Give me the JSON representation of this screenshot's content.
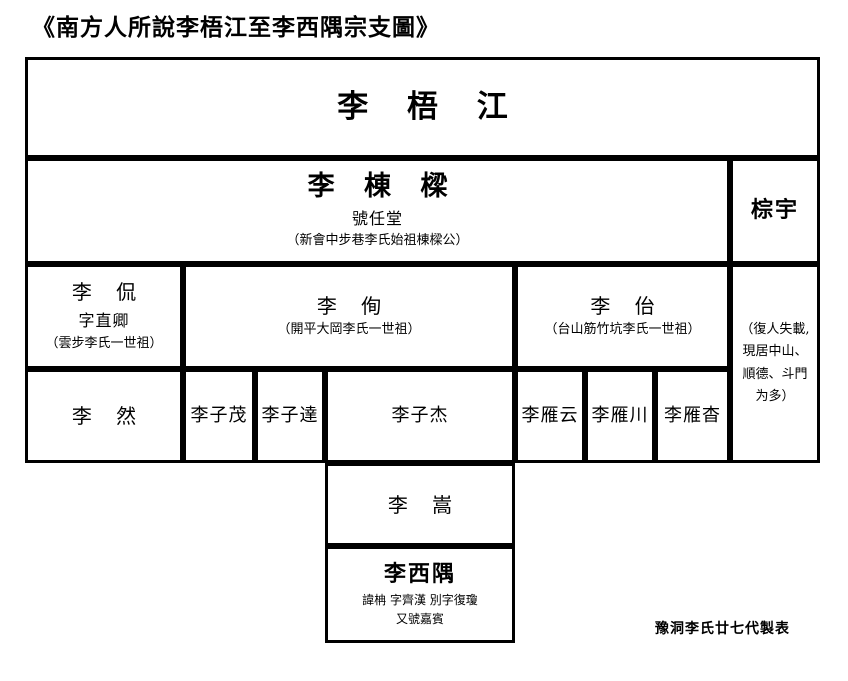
{
  "document": {
    "title": "《南方人所說李梧江至李西隅宗支圖》",
    "signature": "豫洞李氏廿七代製表",
    "ink_color": "#000000",
    "background_color": "#ffffff"
  },
  "generations": {
    "g1": {
      "name": "李  梧  江"
    },
    "g2": {
      "name": "李  棟  樑",
      "hall_name": "號任堂",
      "note": "（新會中步巷李氏始祖棟樑公）"
    },
    "g2_side": {
      "name": "棕宇",
      "note_line1": "（復人失載,",
      "note_line2": "現居中山、",
      "note_line3": "順德、斗門",
      "note_line4": "为多）"
    },
    "g3": [
      {
        "name": "李  侃",
        "courtesy": "字直卿",
        "note": "（雲步李氏一世祖）"
      },
      {
        "name": "李  侚",
        "courtesy": "",
        "note": "（開平大岡李氏一世祖）"
      },
      {
        "name": "李  佁",
        "courtesy": "",
        "note": "（台山筋竹坑李氏一世祖）"
      }
    ],
    "g4": [
      {
        "name": "李  然"
      },
      {
        "name": "李子茂"
      },
      {
        "name": "李子達"
      },
      {
        "name": "李子杰"
      },
      {
        "name": "李雁云"
      },
      {
        "name": "李雁川"
      },
      {
        "name": "李雁杳"
      }
    ],
    "g5": {
      "name": "李  嵩"
    },
    "g6": {
      "name": "李西隅",
      "detail_line1": "諱柟  字齊漢  別字復瓊",
      "detail_line2": "又號嘉賓"
    }
  }
}
